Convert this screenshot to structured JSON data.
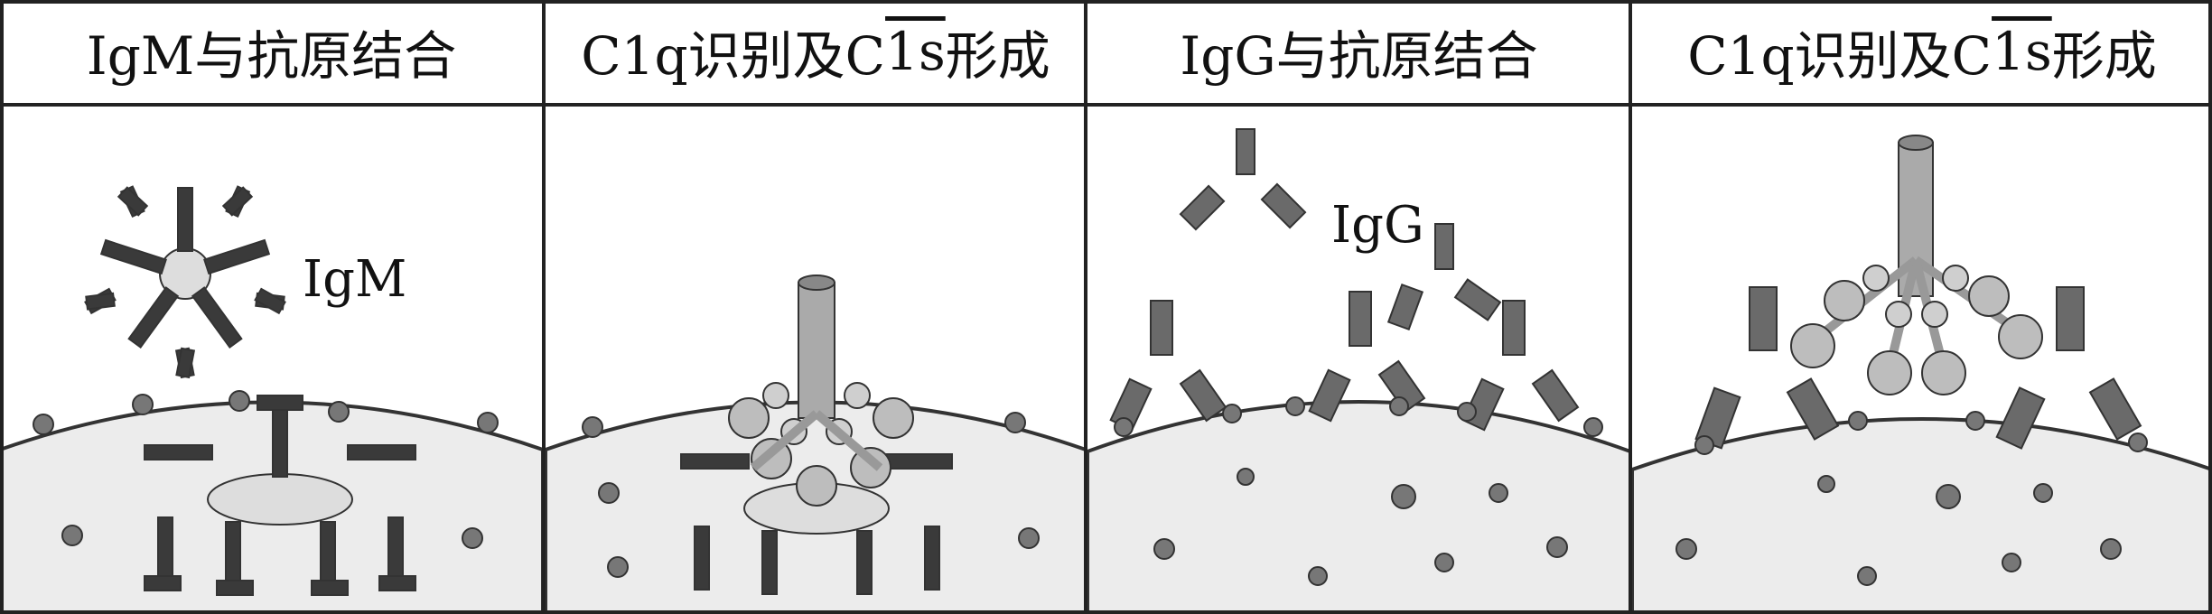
{
  "panels": [
    {
      "id": "p1",
      "title_parts": [
        "IgM与抗原结合"
      ],
      "label": "IgM"
    },
    {
      "id": "p2",
      "title_parts": [
        "C1q识别及C",
        "1s",
        "形成"
      ],
      "label": ""
    },
    {
      "id": "p3",
      "title_parts": [
        "IgG与抗原结合"
      ],
      "label": "IgG"
    },
    {
      "id": "p4",
      "title_parts": [
        "C1q识别及C",
        "1s",
        "形成"
      ],
      "label": ""
    }
  ],
  "colors": {
    "cell_fill": "#ececec",
    "antibody": "#3a3a3a",
    "antibody_gray": "#6a6a6a",
    "c1q": "#bdbdbd",
    "antigen": "#777777"
  }
}
